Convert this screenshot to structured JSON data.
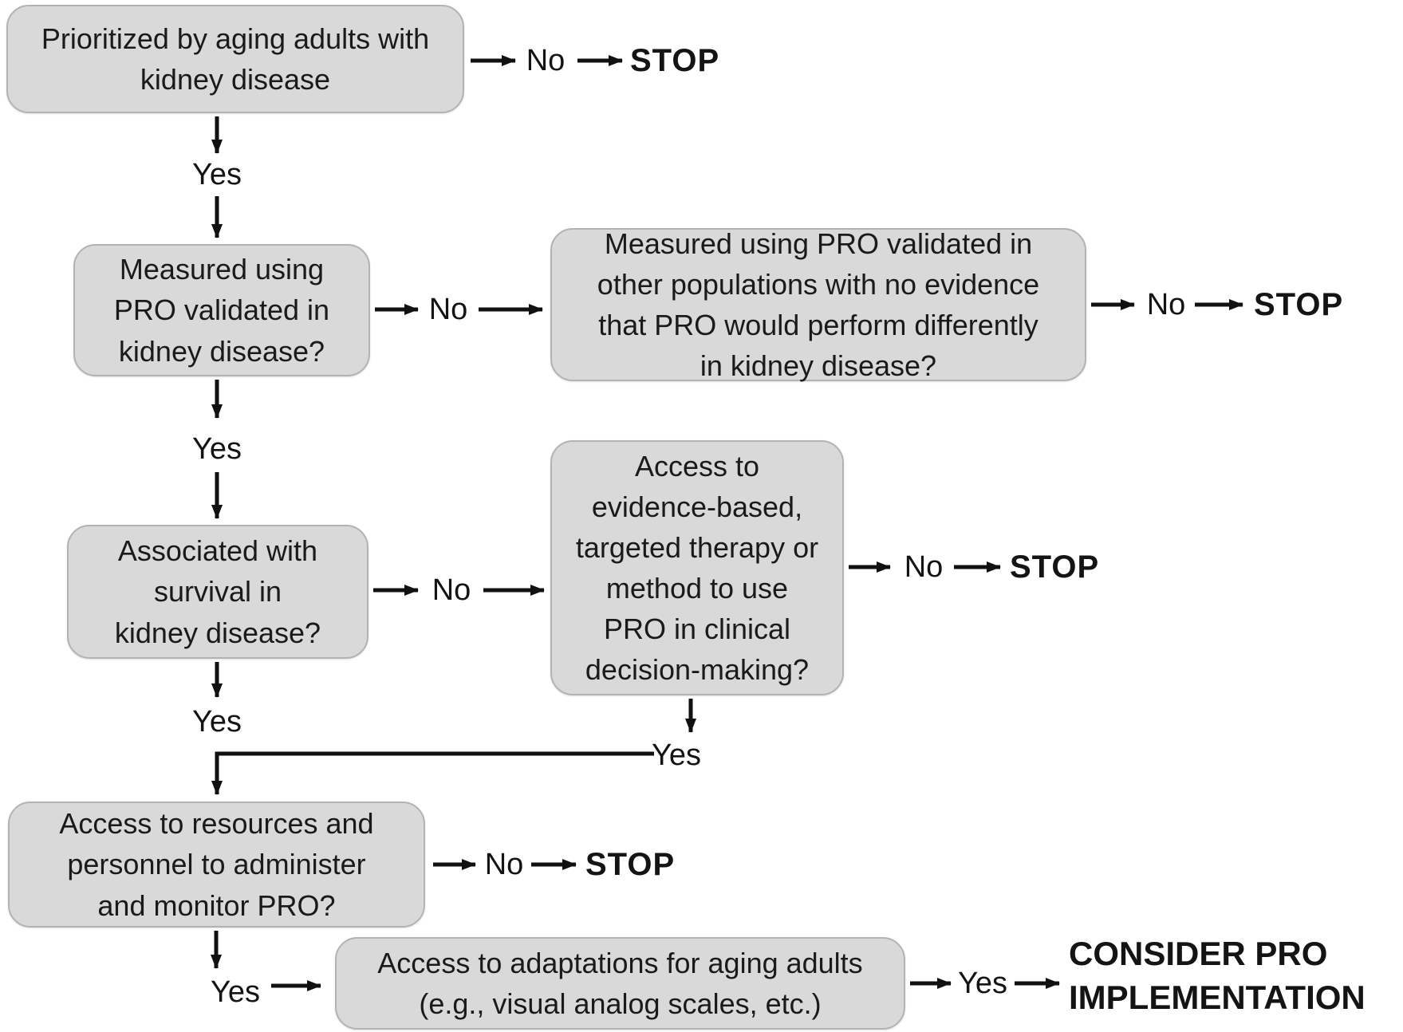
{
  "figure": {
    "background": "#ffffff",
    "box_fill": "#d9d9d9",
    "box_border": "#b3b3b3",
    "arrow_color": "#111111",
    "text_color": "#1a1a1a"
  },
  "nodes": {
    "prioritized": {
      "lines": [
        "Prioritized by aging adults with",
        "kidney disease"
      ]
    },
    "pro_validated_kidney": {
      "lines": [
        "Measured using",
        "PRO validated in",
        "kidney disease?"
      ]
    },
    "pro_validated_other": {
      "lines": [
        "Measured using PRO validated in",
        "other populations with no evidence",
        "that PRO would perform differently",
        "in kidney disease?"
      ]
    },
    "survival_association": {
      "lines": [
        "Associated with",
        "survival in",
        "kidney disease?"
      ]
    },
    "therapy_access": {
      "lines": [
        "Access to",
        "evidence-based,",
        "targeted therapy or",
        "method to use",
        "PRO in clinical",
        "decision-making?"
      ]
    },
    "resources_access": {
      "lines": [
        "Access to resources and",
        "personnel to administer",
        "and monitor PRO?"
      ]
    },
    "adaptations_access": {
      "lines": [
        "Access to adaptations for aging adults",
        "(e.g., visual analog scales, etc.)"
      ]
    }
  },
  "labels": {
    "yes": "Yes",
    "no": "No",
    "stop": "STOP"
  },
  "terminal": {
    "lines": [
      "CONSIDER PRO",
      "IMPLEMENTATION"
    ]
  }
}
